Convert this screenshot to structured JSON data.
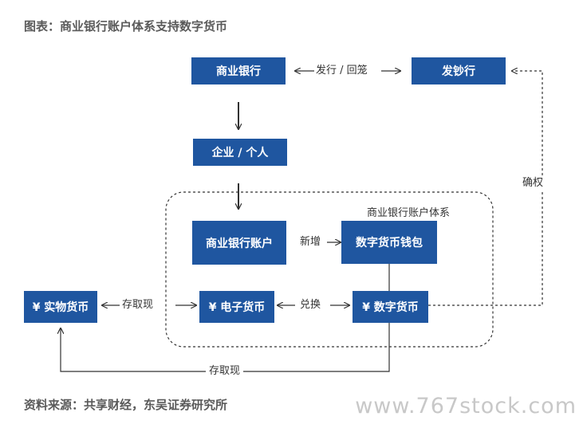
{
  "title": "图表：商业银行账户体系支持数字货币",
  "source": "资料来源：共享财经，东吴证券研究所",
  "watermark": "www.767stock.com",
  "colors": {
    "box_fill": "#1f56a0",
    "box_text": "#ffffff",
    "line": "#333333",
    "caption": "#5a5a5a"
  },
  "nodes": {
    "commercial_bank": "商业银行",
    "issuer": "发钞行",
    "enterprise_individual": "企业 / 个人",
    "bank_account": "商业银行账户",
    "digital_wallet": "数字货币钱包",
    "physical_currency": "¥ 实物货币",
    "electronic_currency": "¥ 电子货币",
    "digital_currency": "¥ 数字货币"
  },
  "group_label": "商业银行账户体系",
  "edge_labels": {
    "issue_return": "发行 / 回笼",
    "confirm_right": "确权",
    "new_add": "新增",
    "exchange": "兑换",
    "deposit_withdraw_top": "存取现",
    "deposit_withdraw_bottom": "存取现"
  }
}
